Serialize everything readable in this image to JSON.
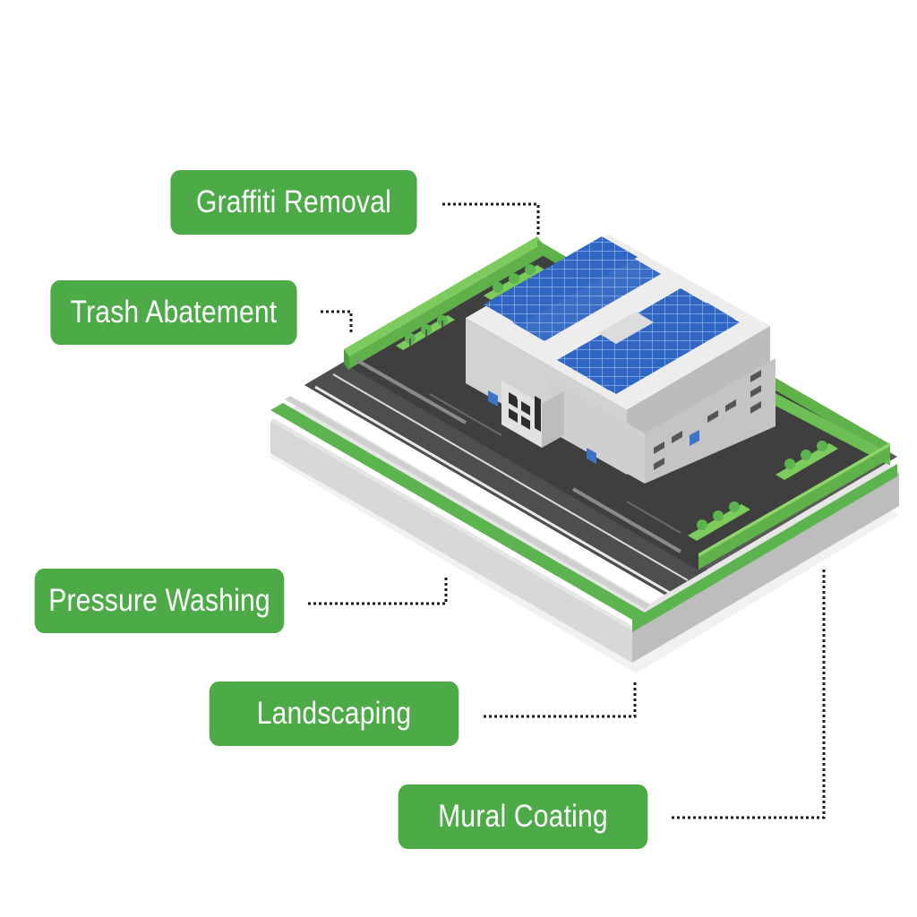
{
  "colors": {
    "label_bg": "#4caa47",
    "grass": "#5cb44e",
    "hedge": "#6cbf55",
    "asphalt": "#4a4a4a",
    "solar": "#2f66c4",
    "building": "#dfdfdf",
    "leader": "#1a1a1a"
  },
  "labels": {
    "graffiti": "Graffiti Removal",
    "trash": "Trash Abatement",
    "pressure": "Pressure Washing",
    "landscaping": "Landscaping",
    "mural": "Mural Coating"
  }
}
